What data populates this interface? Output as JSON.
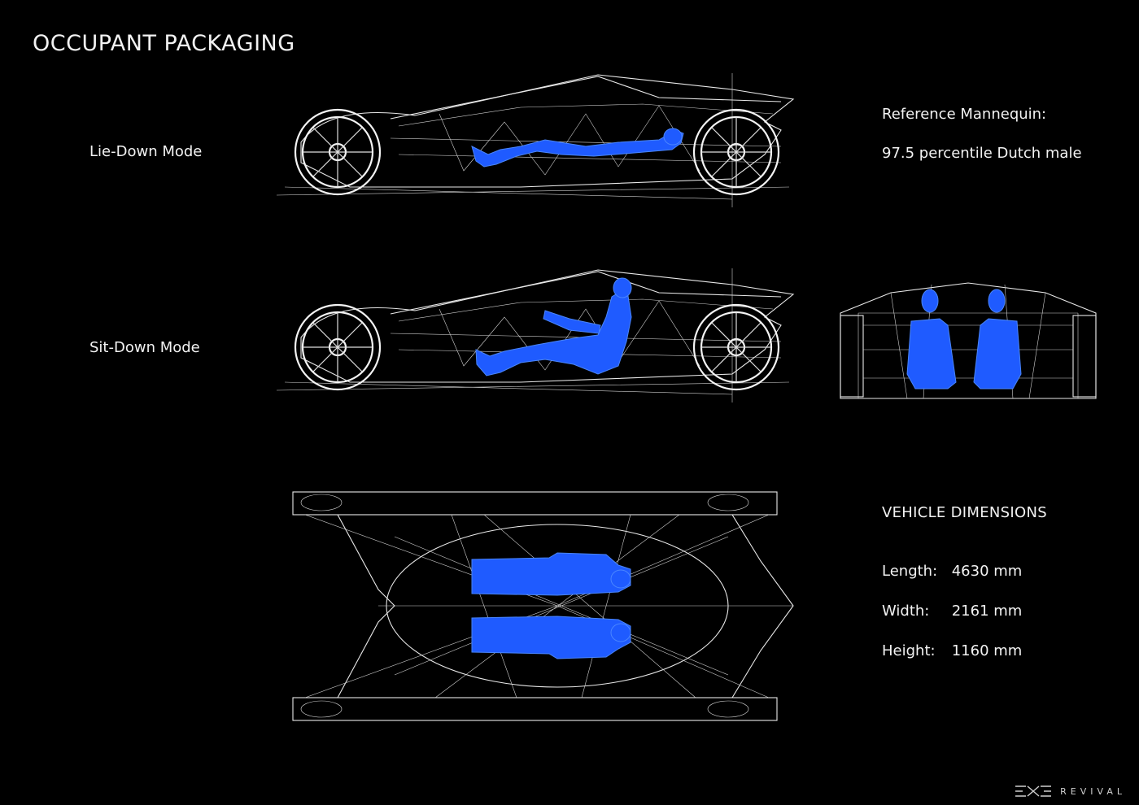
{
  "page": {
    "title": "OCCUPANT PACKAGING"
  },
  "modes": {
    "lie_down": "Lie-Down Mode",
    "sit_down": "Sit-Down Mode"
  },
  "reference": {
    "label": "Reference Mannequin:",
    "value": "97.5 percentile Dutch male"
  },
  "dimensions": {
    "title": "VEHICLE DIMENSIONS",
    "rows": [
      {
        "label": "Length:",
        "value": "4630 mm"
      },
      {
        "label": "Width:",
        "value": "2161 mm"
      },
      {
        "label": "Height:",
        "value": "1160 mm"
      }
    ]
  },
  "brand": {
    "name": "REVIVAL"
  },
  "colors": {
    "background": "#000000",
    "wireframe": "#e8e8e8",
    "mannequin": "#1f5bff"
  }
}
